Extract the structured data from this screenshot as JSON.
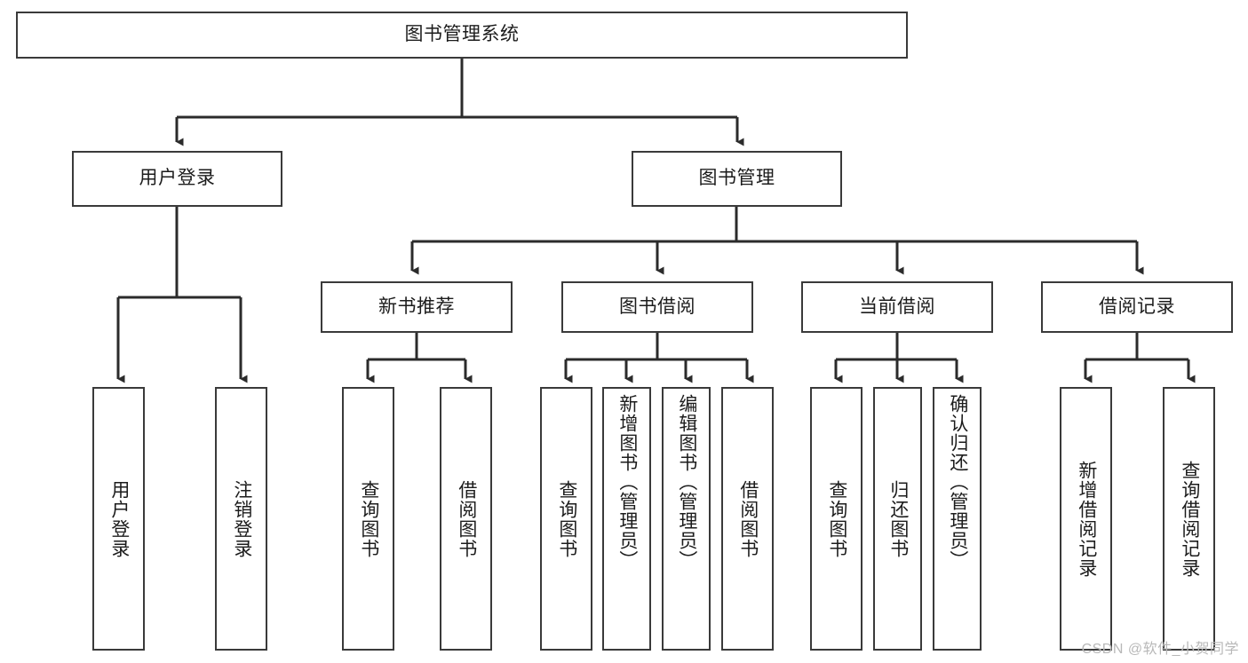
{
  "diagram": {
    "title": "图书管理系统",
    "type": "tree-hierarchy-functional-structure",
    "levels": 4,
    "root": {
      "label": "图书管理系统"
    },
    "level2": [
      {
        "label": "用户登录"
      },
      {
        "label": "图书管理"
      }
    ],
    "level3": [
      {
        "label": "新书推荐"
      },
      {
        "label": "图书借阅"
      },
      {
        "label": "当前借阅"
      },
      {
        "label": "借阅记录"
      }
    ],
    "leaves": {
      "user_login": [
        {
          "label": "用户登录"
        },
        {
          "label": "注销登录"
        }
      ],
      "new_book_recommend": [
        {
          "label": "查询图书"
        },
        {
          "label": "借阅图书"
        }
      ],
      "book_borrow": [
        {
          "label": "查询图书"
        },
        {
          "label": "新增图书（管理员）"
        },
        {
          "label": "编辑图书（管理员）"
        },
        {
          "label": "借阅图书"
        }
      ],
      "current_borrow": [
        {
          "label": "查询图书"
        },
        {
          "label": "归还图书"
        },
        {
          "label": "确认归还（管理员）"
        }
      ],
      "borrow_record": [
        {
          "label": "新增借阅记录"
        },
        {
          "label": "查询借阅记录"
        }
      ]
    }
  },
  "watermark": {
    "text": "CSDN @软件_小贺同学"
  },
  "colors": {
    "background": "#ffffff",
    "box_border": "#3a3a3a",
    "connector": "#2b2b2b",
    "text": "#1c1c1c",
    "watermark": "#b8b8b8"
  }
}
